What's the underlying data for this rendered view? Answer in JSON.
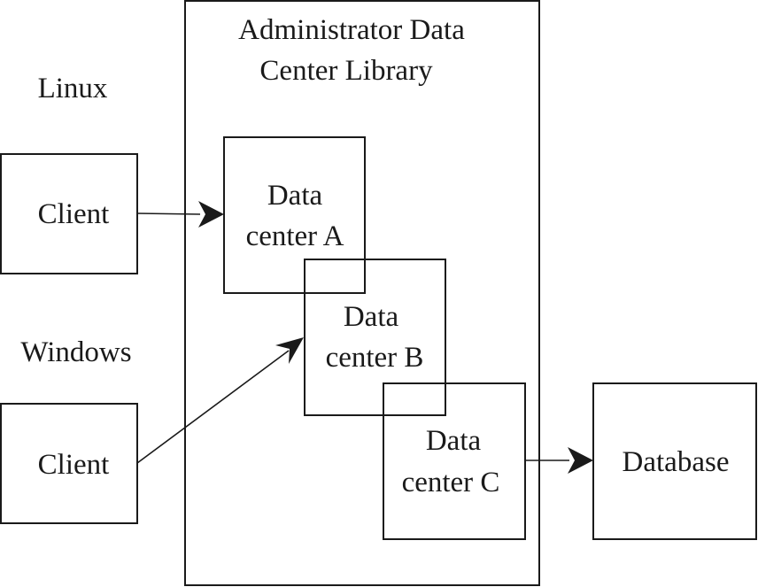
{
  "library": {
    "title_line1": "Administrator Data",
    "title_line2": "Center Library"
  },
  "os": {
    "linux": "Linux",
    "windows": "Windows"
  },
  "clients": [
    {
      "label": "Client"
    },
    {
      "label": "Client"
    }
  ],
  "datacenters": [
    {
      "line1": "Data",
      "line2": "center A"
    },
    {
      "line1": "Data",
      "line2": "center B"
    },
    {
      "line1": "Data",
      "line2": "center C"
    }
  ],
  "database": {
    "label": "Database"
  }
}
